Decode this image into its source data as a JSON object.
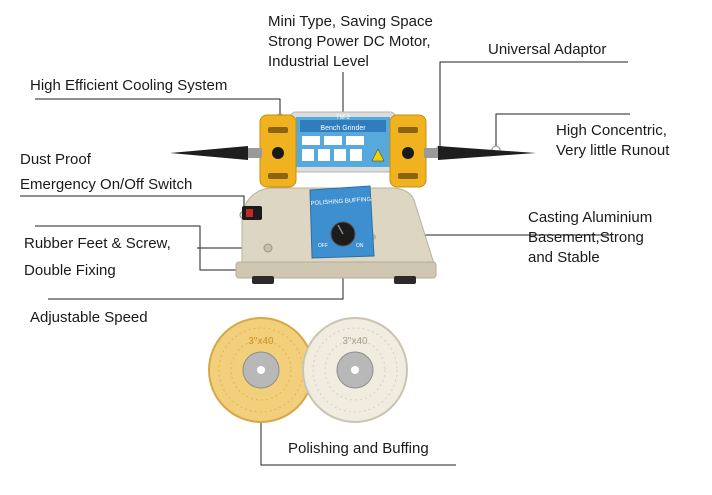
{
  "callouts": {
    "mini_type": "Mini Type, Saving Space\nStrong Power DC Motor,\nIndustrial Level",
    "universal_adaptor": "Universal Adaptor",
    "cooling": "High Efficient Cooling System",
    "concentric": "High Concentric,\nVery little Runout",
    "dust_proof": "Dust Proof",
    "emergency_switch": "Emergency On/Off Switch",
    "casting": "Casting Aluminium\nBasement,Strong\n and Stable",
    "rubber_feet": "Rubber Feet & Screw,",
    "double_fixing": "Double Fixing",
    "adjustable_speed": "Adjustable Speed",
    "polishing": "Polishing and Buffing"
  },
  "product": {
    "model_text": "TM-2",
    "motor_label": "Bench Grinder",
    "panel_label": "POLISHING BUFFING",
    "knob_off": "OFF",
    "knob_on": "ON",
    "wheel_left_size": "3\"x40",
    "wheel_right_size": "3\"x40"
  },
  "colors": {
    "motor_yellow": "#f0b21e",
    "panel_blue": "#3d8fd0",
    "base_beige": "#ddd6c2",
    "wheel_yellow": "#f2cf7a",
    "wheel_white": "#f1ece0"
  }
}
